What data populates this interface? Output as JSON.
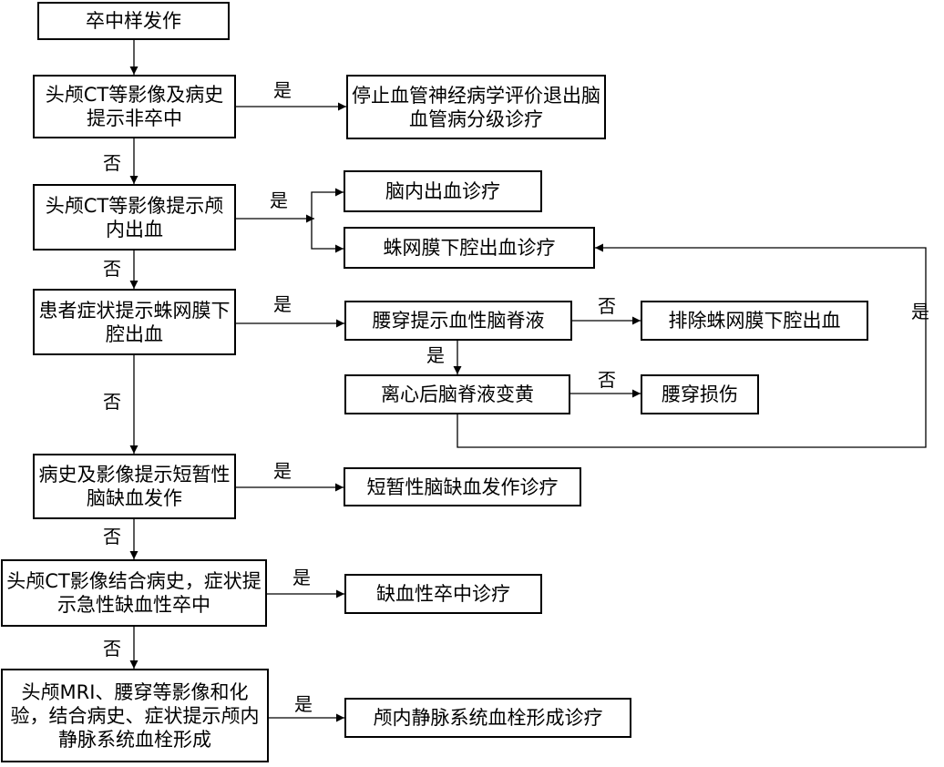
{
  "nodes": {
    "start": "卒中样发作",
    "q1": "头颅CT等影像及病史提示非卒中",
    "r1": "停止血管神经病学评价退出脑血管病分级诊疗",
    "q2": "头颅CT等影像提示颅内出血",
    "r2a": "脑内出血诊疗",
    "r2b": "蛛网膜下腔出血诊疗",
    "q3": "患者症状提示蛛网膜下腔出血",
    "q3a": "腰穿提示血性脑脊液",
    "r3a": "排除蛛网膜下腔出血",
    "q3b": "离心后脑脊液变黄",
    "r3b": "腰穿损伤",
    "q4": "病史及影像提示短暂性脑缺血发作",
    "r4": "短暂性脑缺血发作诊疗",
    "q5": "头颅CT影像结合病史，症状提示急性缺血性卒中",
    "r5": "缺血性卒中诊疗",
    "q6": "头颅MRI、腰穿等影像和化验，结合病史、症状提示颅内静脉系统血栓形成",
    "r6": "颅内静脉系统血栓形成诊疗"
  },
  "edge_labels": {
    "yes": "是",
    "no": "否"
  }
}
